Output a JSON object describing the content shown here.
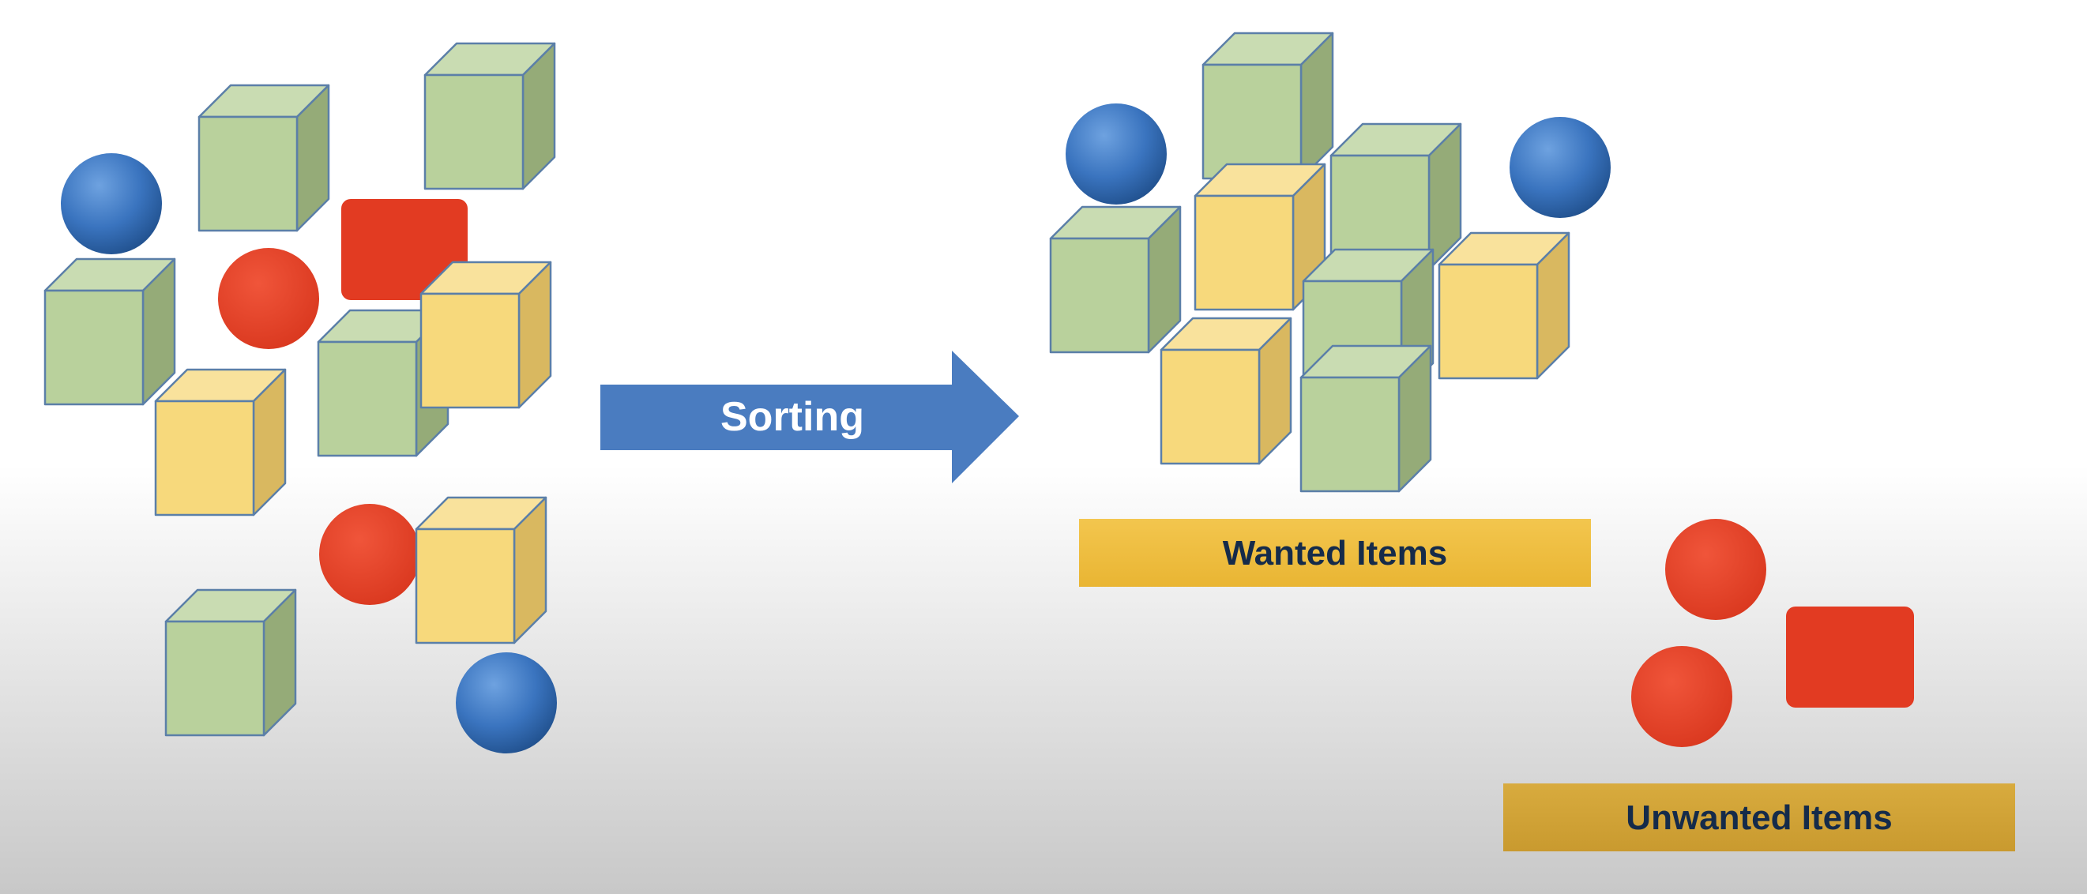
{
  "diagram": {
    "arrow_label": "Sorting",
    "wanted_label": "Wanted Items",
    "unwanted_label": "Unwanted Items"
  },
  "colors": {
    "background_top": "#ffffff",
    "background_bottom": "#c8c8c8",
    "green_cube_front": "#b9d19c",
    "green_cube_top": "#c9dcb2",
    "green_cube_side": "#95ab78",
    "yellow_cube_front": "#f7d97c",
    "yellow_cube_top": "#f9e29c",
    "yellow_cube_side": "#d9b860",
    "cube_edge": "#5b7fa8",
    "blue_ball": "#3a74bf",
    "red_shape": "#e23b22",
    "arrow": "#4a7cc0",
    "wanted_label_bg": "#efbd3c",
    "unwanted_label_bg": "#d1a336",
    "label_text": "#152b4a"
  }
}
